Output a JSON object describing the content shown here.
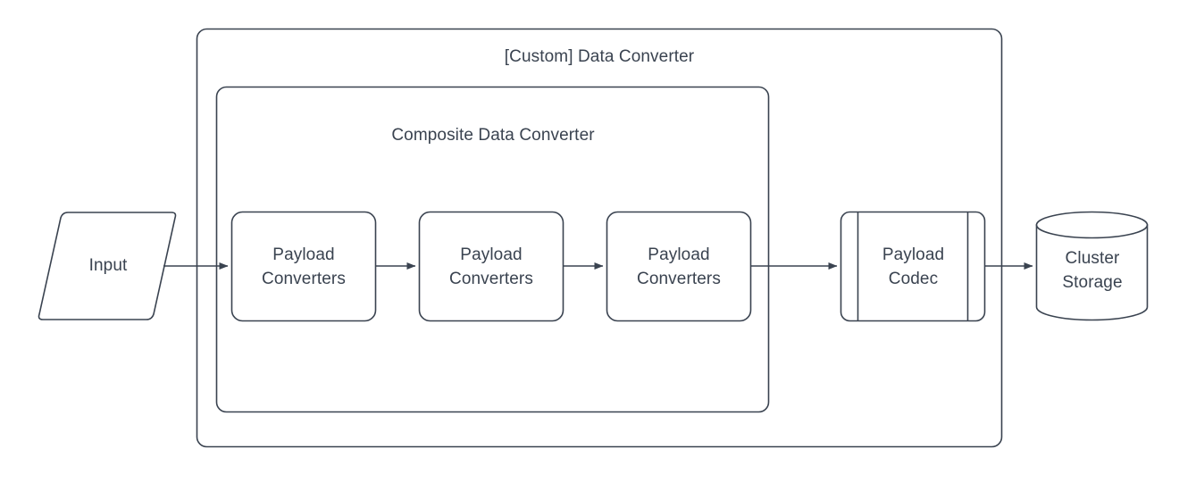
{
  "diagram": {
    "type": "flowchart",
    "title_text": "[Custom] Data Converter",
    "colors": {
      "stroke": "#3a4350",
      "fill": "#ffffff",
      "text": "#3a4350",
      "background": "#ffffff"
    },
    "outer_container": {
      "label": "[Custom] Data Converter",
      "shape": "rounded-rectangle"
    },
    "inner_container": {
      "label": "Composite Data Converter",
      "shape": "rounded-rectangle"
    },
    "nodes": [
      {
        "id": "input",
        "label": "Input",
        "shape": "parallelogram"
      },
      {
        "id": "payload-converters-1",
        "label": "Payload\nConverters",
        "shape": "rounded-rectangle"
      },
      {
        "id": "payload-converters-2",
        "label": "Payload\nConverters",
        "shape": "rounded-rectangle"
      },
      {
        "id": "payload-converters-3",
        "label": "Payload\nConverters",
        "shape": "rounded-rectangle"
      },
      {
        "id": "payload-codec",
        "label": "Payload\nCodec",
        "shape": "process"
      },
      {
        "id": "cluster-storage",
        "label": "Cluster\nStorage",
        "shape": "cylinder"
      }
    ],
    "edges": [
      {
        "from": "input",
        "to": "payload-converters-1",
        "arrow": "single"
      },
      {
        "from": "payload-converters-1",
        "to": "payload-converters-2",
        "arrow": "single"
      },
      {
        "from": "payload-converters-2",
        "to": "payload-converters-3",
        "arrow": "single"
      },
      {
        "from": "payload-converters-3",
        "to": "payload-codec",
        "arrow": "single"
      },
      {
        "from": "payload-codec",
        "to": "cluster-storage",
        "arrow": "single"
      }
    ]
  }
}
